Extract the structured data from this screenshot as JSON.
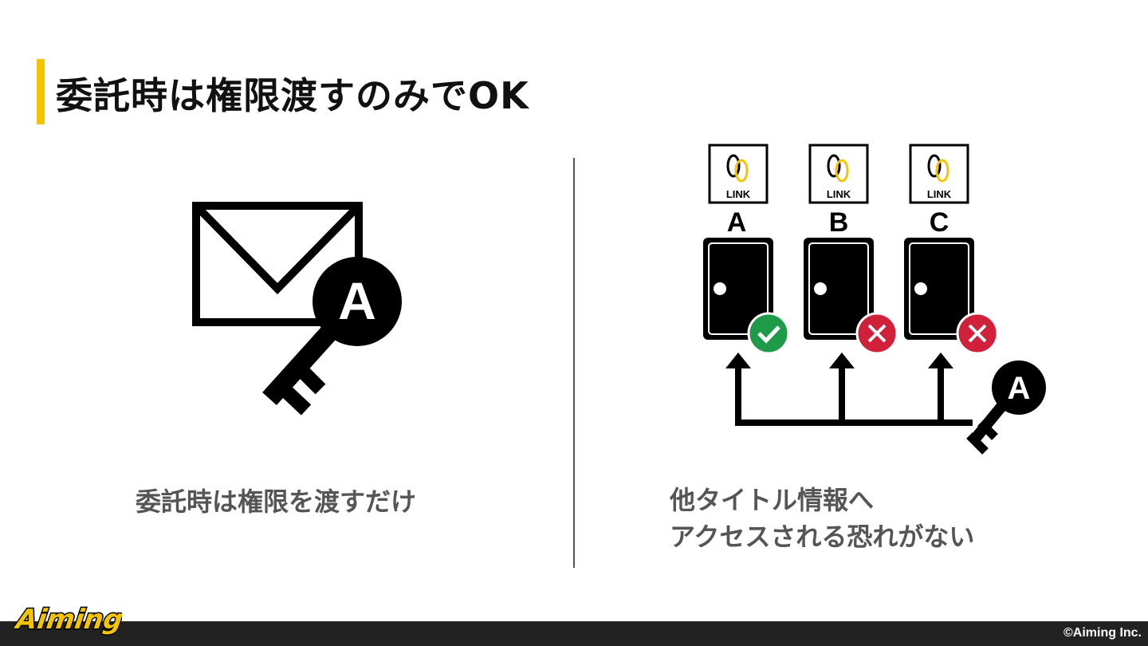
{
  "title": "委託時は権限渡すのみでOK",
  "left": {
    "key_letter": "A",
    "caption": "委託時は権限を渡すだけ"
  },
  "right": {
    "doors": [
      {
        "letter": "A",
        "badge_text": "LINK",
        "access": "allowed"
      },
      {
        "letter": "B",
        "badge_text": "LINK",
        "access": "denied"
      },
      {
        "letter": "C",
        "badge_text": "LINK",
        "access": "denied"
      }
    ],
    "key_letter": "A",
    "caption_line1": "他タイトル情報へ",
    "caption_line2": "アクセスされる恐れがない"
  },
  "footer": {
    "logo_text": "Aiming",
    "copyright": "©Aiming Inc."
  },
  "colors": {
    "accent": "#f5c400",
    "allowed": "#1e9a48",
    "denied": "#d0203a",
    "footer_bg": "#222222"
  }
}
